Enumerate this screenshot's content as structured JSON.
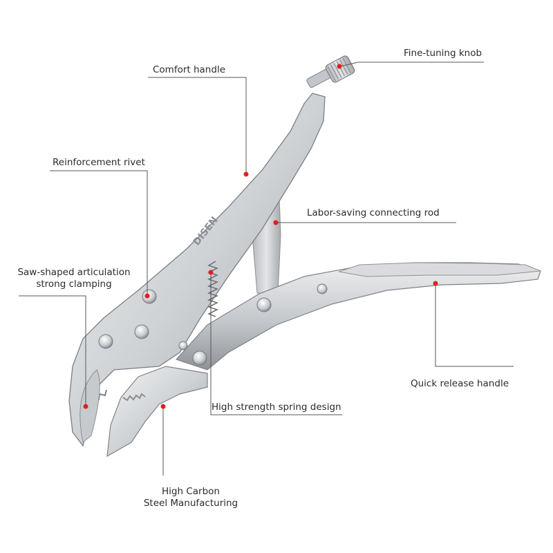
{
  "colors": {
    "leader_line": "#555555",
    "marker": "#e02020",
    "steel_light": "#e6e7e9",
    "steel_mid": "#bfc2c6",
    "steel_dark": "#8d9095"
  },
  "callouts": {
    "fine_tuning_knob": {
      "text": "Fine-tuning knob"
    },
    "comfort_handle": {
      "text": "Comfort handle"
    },
    "reinforcement_rivet": {
      "text": "Reinforcement rivet"
    },
    "connecting_rod": {
      "text": "Labor-saving connecting rod"
    },
    "saw_articulation": {
      "line1": "Saw-shaped articulation",
      "line2": "strong clamping"
    },
    "quick_release": {
      "text": "Quick release handle"
    },
    "spring_design": {
      "text": "High strength spring design"
    },
    "carbon_steel": {
      "line1": "High Carbon",
      "line2": "Steel Manufacturing"
    }
  },
  "handle_marking": "DISEN"
}
